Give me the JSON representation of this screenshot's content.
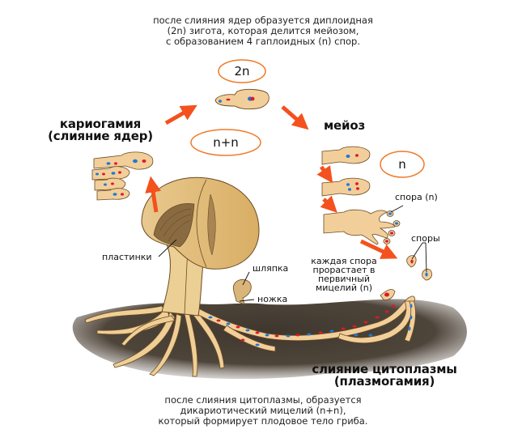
{
  "diagram": {
    "title": "Жизненный цикл базидиомицета",
    "top_caption": "после слияния ядер образуется диплоидная\n(2n) зигота, которая делится мейозом,\nс образованием 4 гаплоидных (n) спор.",
    "bottom_caption": "после слияния цитоплазмы, образуется\nдикариотический мицелий (n+n),\nкоторый формирует плодовое тело гриба.",
    "stages": {
      "karyogamy": "кариогамия\n(слияние ядер)",
      "meiosis": "мейоз",
      "plasmogamy": "слияние цитоплазмы\n(плазмогамия)"
    },
    "ploidy_badges": {
      "diploid": "2n",
      "dikaryon": "n+n",
      "haploid": "n"
    },
    "labels": {
      "gills": "пластинки",
      "cap": "шляпка",
      "stalk": "ножка",
      "spore": "спора (n)",
      "spores": "споры",
      "germination": "каждая спора\nпрорастает в\nпервичный\nмицелий (n)"
    },
    "colors": {
      "arrow": "#f4511e",
      "badge_outline": "#f07a2a",
      "cell_fill": "#f2cf9a",
      "cell_outline": "#6b4a22",
      "nucleus_blue": "#1e78d8",
      "nucleus_red": "#e0182a",
      "soil": "#4a4238",
      "mushroom": "#e8c98f",
      "gills": "#8a6a40"
    }
  }
}
